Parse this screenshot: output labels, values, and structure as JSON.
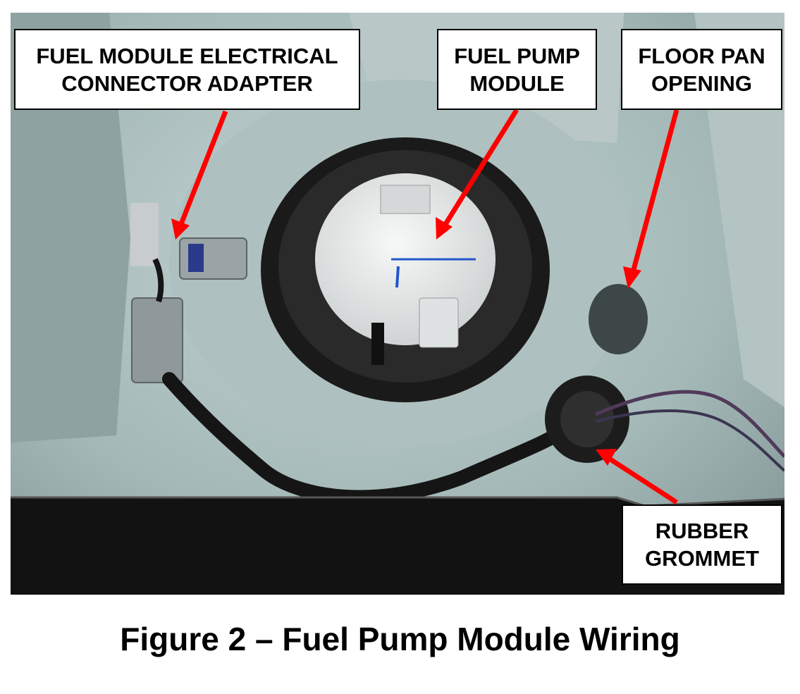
{
  "callouts": {
    "connector_adapter": "FUEL MODULE ELECTRICAL\nCONNECTOR ADAPTER",
    "fuel_pump_module": "FUEL PUMP\nMODULE",
    "floor_pan_opening": "FLOOR PAN\nOPENING",
    "rubber_grommet": "RUBBER\nGROMMET"
  },
  "caption": "Figure 2 – Fuel Pump Module Wiring",
  "colors": {
    "arrow": "#ff0000",
    "floor_pan": "#9fb3b3",
    "carpet": "#111111",
    "module": "#e8eaea"
  }
}
